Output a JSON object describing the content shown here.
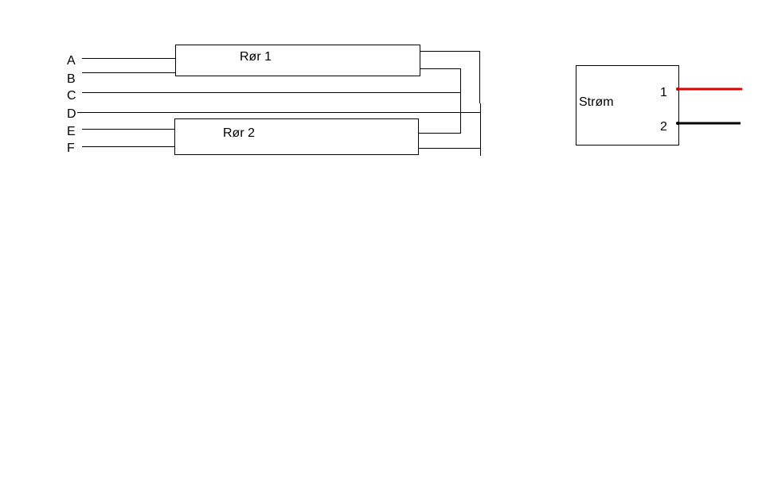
{
  "wire_labels": [
    "A",
    "B",
    "C",
    "D",
    "E",
    "F"
  ],
  "tube1": {
    "label": "Rør 1"
  },
  "tube2": {
    "label": "Rør 2"
  },
  "power": {
    "label": "Strøm",
    "terminal1": "1",
    "terminal2": "2"
  },
  "colors": {
    "line": "#000000",
    "lead_1": "#e00000",
    "lead_2": "#000000",
    "background": "#ffffff"
  }
}
